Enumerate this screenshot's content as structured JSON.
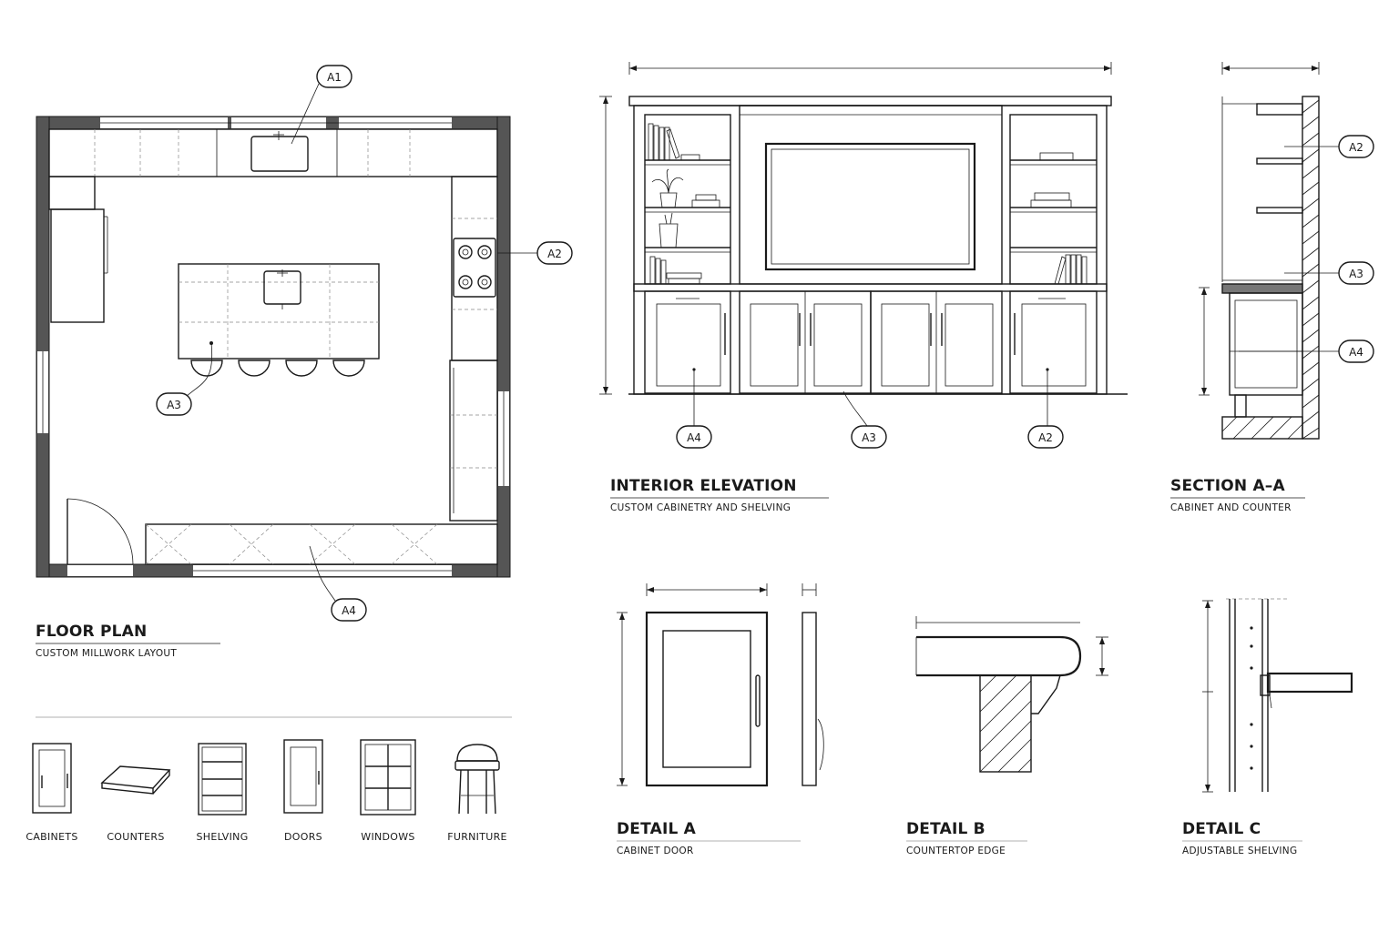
{
  "views": {
    "floor_plan": {
      "title": "FLOOR PLAN",
      "subtitle": "CUSTOM MILLWORK LAYOUT"
    },
    "interior_elevation": {
      "title": "INTERIOR ELEVATION",
      "subtitle": "CUSTOM CABINETRY AND SHELVING"
    },
    "section_aa": {
      "title": "SECTION A–A",
      "subtitle": "CABINET AND COUNTER"
    },
    "detail_a": {
      "title": "DETAIL A",
      "subtitle": "CABINET DOOR"
    },
    "detail_b": {
      "title": "DETAIL B",
      "subtitle": "COUNTERTOP EDGE"
    },
    "detail_c": {
      "title": "DETAIL C",
      "subtitle": "ADJUSTABLE SHELVING"
    }
  },
  "callouts": {
    "plan_a1": "A1",
    "plan_a2": "A2",
    "plan_a3": "A3",
    "plan_a4": "A4",
    "elev_a4": "A4",
    "elev_a3": "A3",
    "elev_a2": "A2",
    "sect_a2": "A2",
    "sect_a3": "A3",
    "sect_a4": "A4"
  },
  "legend": {
    "cabinets": "CABINETS",
    "counters": "COUNTERS",
    "shelving": "SHELVING",
    "doors": "DOORS",
    "windows": "WINDOWS",
    "furniture": "FURNITURE"
  },
  "colors": {
    "ink": "#1a1a1a",
    "wall_fill": "#555555",
    "background": "#ffffff"
  }
}
